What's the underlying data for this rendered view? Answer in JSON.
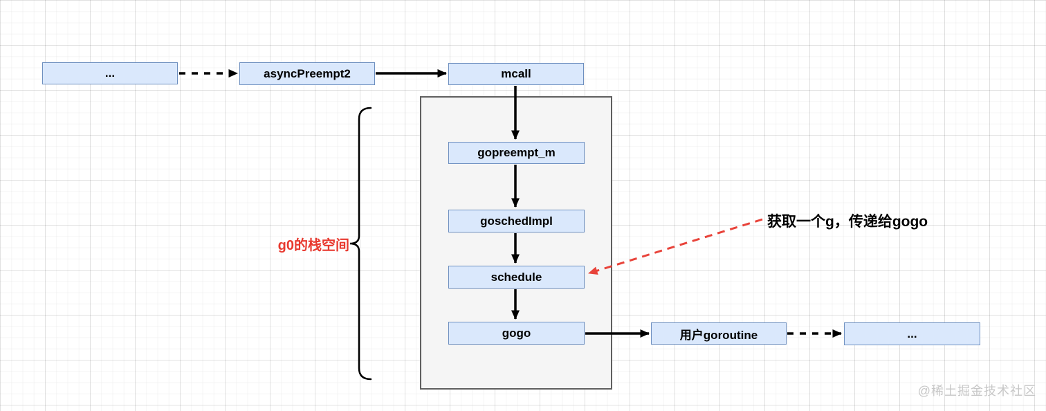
{
  "diagram": {
    "nodes": {
      "ellipsis_left": "...",
      "asyncPreempt2": "asyncPreempt2",
      "mcall": "mcall",
      "gopreempt_m": "gopreempt_m",
      "goschedImpl": "goschedImpl",
      "schedule": "schedule",
      "gogo": "gogo",
      "user_goroutine": "用户goroutine",
      "ellipsis_right": "..."
    },
    "annotations": {
      "g0_stack": "g0的栈空间",
      "schedule_note": "获取一个g，传递给gogo"
    },
    "watermark": "@稀土掘金技术社区",
    "colors": {
      "node_fill": "#dae8fc",
      "node_border": "#6c8ebf",
      "container_fill": "#f5f5f5",
      "container_border": "#5f5f5f",
      "arrow_black": "#000000",
      "accent_red": "#e8433a",
      "watermark_gray": "#c7c7c7"
    }
  }
}
